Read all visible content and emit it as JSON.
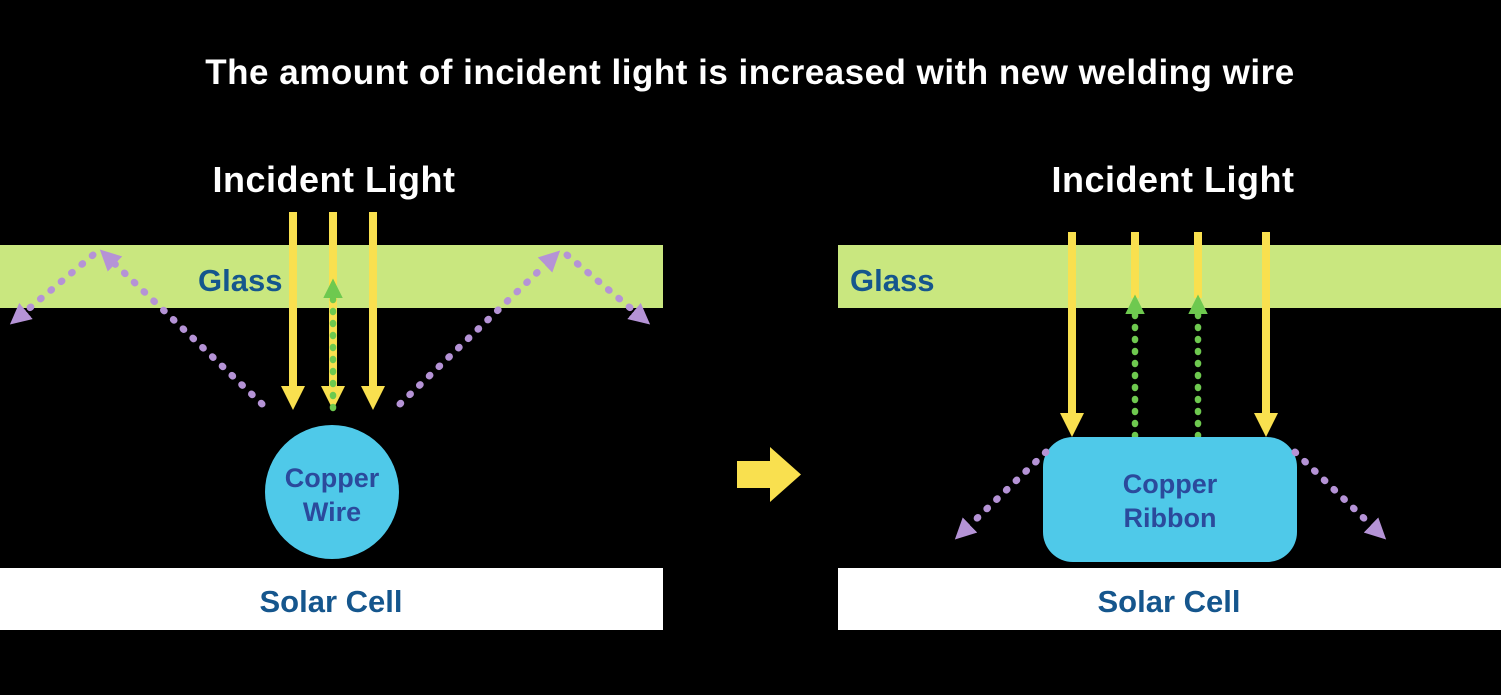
{
  "title": "The amount of incident light is increased with new welding wire",
  "colors": {
    "background": "#000000",
    "title_text": "#ffffff",
    "incident_label": "#ffffff",
    "glass_fill": "#c9e77f",
    "deep_blue_text": "#15568d",
    "copper_text": "#2b4a9c",
    "yellow_arrow": "#f9e04f",
    "green_arrow": "#6ec94f",
    "purple_arrow": "#b593d6",
    "copper_fill": "#4fc9e9",
    "solar_fill": "#ffffff"
  },
  "left_panel": {
    "incident_light": "Incident Light",
    "glass": "Glass",
    "copper_line1": "Copper",
    "copper_line2": "Wire",
    "solar_cell": "Solar Cell"
  },
  "right_panel": {
    "incident_light": "Incident Light",
    "glass": "Glass",
    "copper_line1": "Copper",
    "copper_line2": "Ribbon",
    "solar_cell": "Solar Cell"
  }
}
